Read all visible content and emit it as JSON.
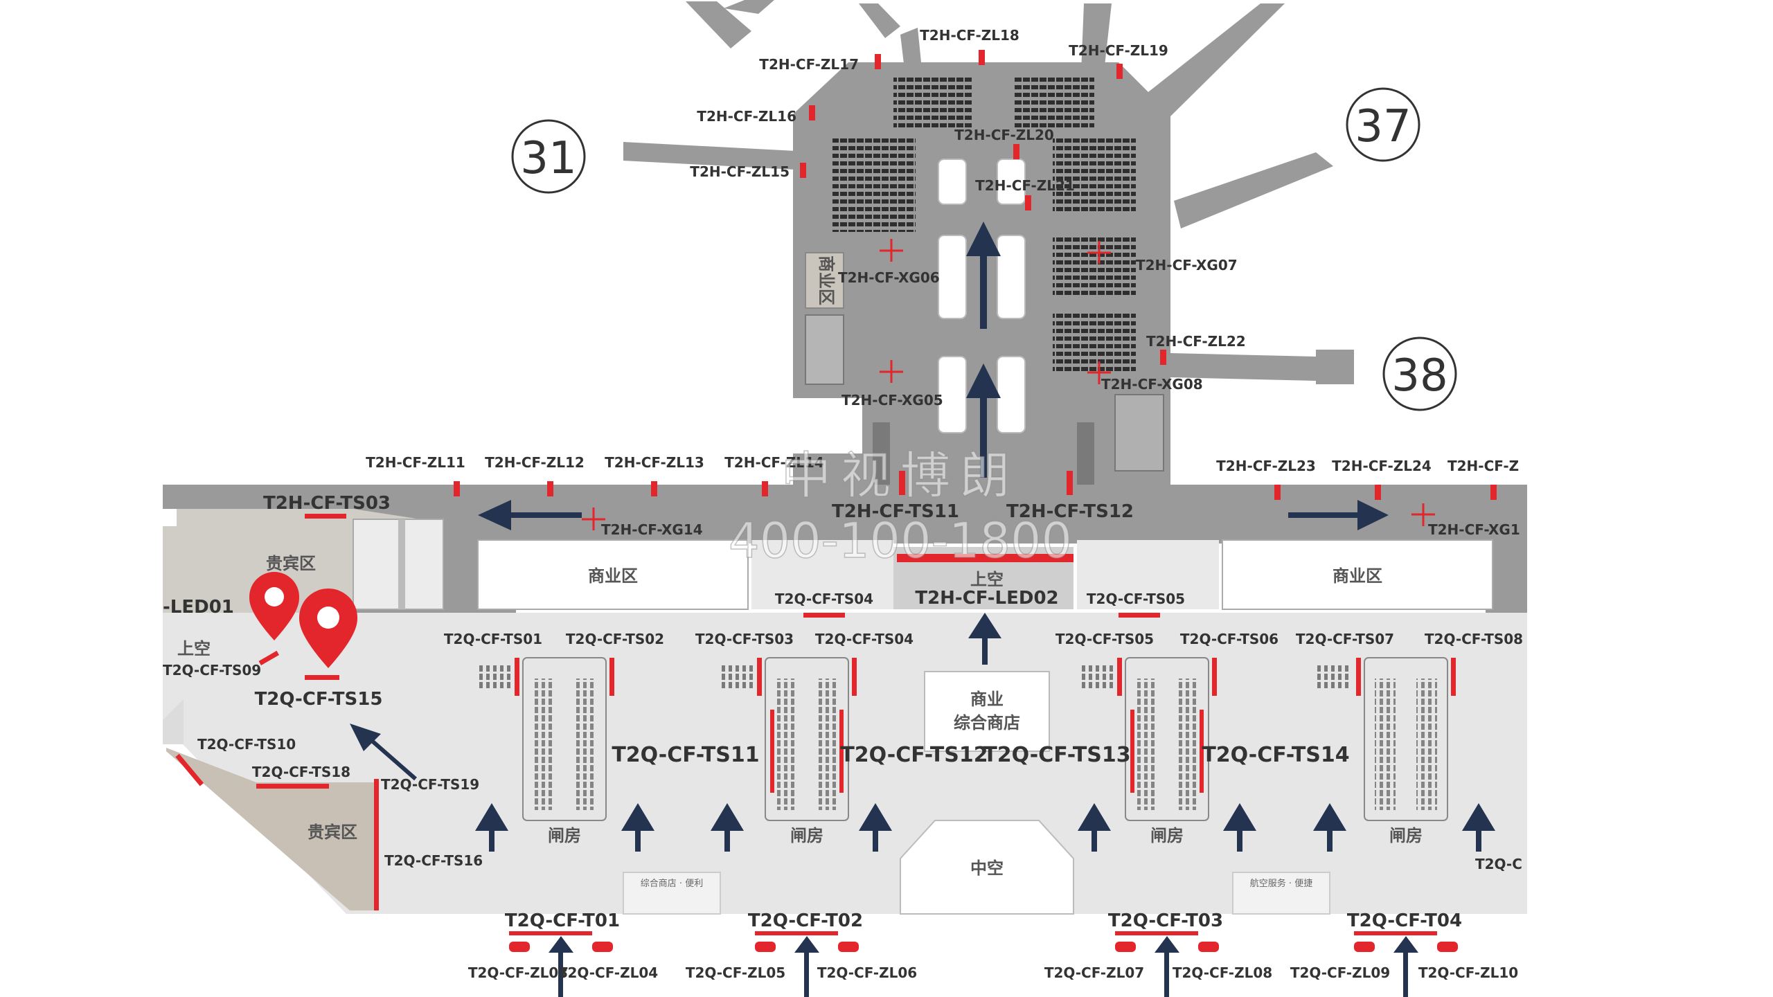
{
  "colors": {
    "accent": "#e3262b",
    "pier": "#9a9a9a",
    "concourse": "#e6e6e6",
    "arrow": "#243350"
  },
  "gates": {
    "g31": "31",
    "g37": "37",
    "g38": "38"
  },
  "watermark": {
    "name": "中视博朗",
    "phone": "400-100-1800"
  },
  "zones": {
    "commercial_left": "商业区",
    "commercial_right": "商业区",
    "vip_top": "贵宾区",
    "vip_bottom": "贵宾区",
    "upper_left": "上空",
    "upper_center": "上空",
    "commercial_center_1": "商业",
    "commercial_center_2": "综合商店",
    "atrium": "中空",
    "checkpoint_1": "闸房",
    "checkpoint_2": "闸房",
    "checkpoint_3": "闸房",
    "checkpoint_4": "闸房",
    "small_pier_room": "商业区",
    "service_1": "航空服务 · 便捷",
    "service_2": "综合商店 · 便利"
  },
  "labels": {
    "zl11": "T2H-CF-ZL11",
    "zl12": "T2H-CF-ZL12",
    "zl13": "T2H-CF-ZL13",
    "zl14": "T2H-CF-ZL14",
    "zl15": "T2H-CF-ZL15",
    "zl16": "T2H-CF-ZL16",
    "zl17": "T2H-CF-ZL17",
    "zl18": "T2H-CF-ZL18",
    "zl19": "T2H-CF-ZL19",
    "zl20": "T2H-CF-ZL20",
    "zl21": "T2H-CF-ZL21",
    "zl22": "T2H-CF-ZL22",
    "zl23": "T2H-CF-ZL23",
    "zl24": "T2H-CF-ZL24",
    "zl25": "T2H-CF-Z",
    "xg05": "T2H-CF-XG05",
    "xg06": "T2H-CF-XG06",
    "xg07": "T2H-CF-XG07",
    "xg08": "T2H-CF-XG08",
    "xg14": "T2H-CF-XG14",
    "xg15": "T2H-CF-XG1",
    "ts03": "T2H-CF-TS03",
    "ts11": "T2H-CF-TS11",
    "ts12": "T2H-CF-TS12",
    "led01": "-LED01",
    "led02": "T2H-CF-LED02",
    "q_ts01": "T2Q-CF-TS01",
    "q_ts02": "T2Q-CF-TS02",
    "q_ts03": "T2Q-CF-TS03",
    "q_ts04a": "T2Q-CF-TS04",
    "q_ts04b": "T2Q-CF-TS04",
    "q_ts05a": "T2Q-CF-TS05",
    "q_ts05b": "T2Q-CF-TS05",
    "q_ts06": "T2Q-CF-TS06",
    "q_ts07": "T2Q-CF-TS07",
    "q_ts08": "T2Q-CF-TS08",
    "q_ts09": "T2Q-CF-TS09",
    "q_ts10": "T2Q-CF-TS10",
    "q_ts11": "T2Q-CF-TS11",
    "q_ts12": "T2Q-CF-TS12",
    "q_ts13": "T2Q-CF-TS13",
    "q_ts14": "T2Q-CF-TS14",
    "q_ts15": "T2Q-CF-TS15",
    "q_ts16": "T2Q-CF-TS16",
    "q_ts18": "T2Q-CF-TS18",
    "q_ts19": "T2Q-CF-TS19",
    "q_ts_edge": "T2Q-C",
    "q_t01": "T2Q-CF-T01",
    "q_t02": "T2Q-CF-T02",
    "q_t03": "T2Q-CF-T03",
    "q_t04": "T2Q-CF-T04",
    "q_zl03": "T2Q-CF-ZL03",
    "q_zl04": "T2Q-CF-ZL04",
    "q_zl05": "T2Q-CF-ZL05",
    "q_zl06": "T2Q-CF-ZL06",
    "q_zl07": "T2Q-CF-ZL07",
    "q_zl08": "T2Q-CF-ZL08",
    "q_zl09": "T2Q-CF-ZL09",
    "q_zl10": "T2Q-CF-ZL10"
  }
}
